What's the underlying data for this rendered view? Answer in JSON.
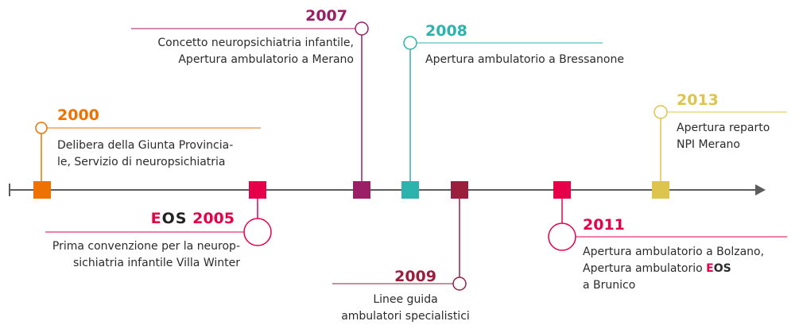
{
  "colors": {
    "axis": "#5c5c5c",
    "c2000": "#ee7203",
    "c2005": "#e6004a",
    "c2007": "#9a1f66",
    "c2008": "#2db3ad",
    "c2009": "#9a1f3e",
    "c2011": "#e6004a",
    "c2013": "#dcc44f"
  },
  "logo": {
    "e": "E",
    "os": "OS"
  },
  "events": {
    "e2000": {
      "year": "2000",
      "line1": "Delibera della Giunta Provincia-",
      "line2": "le, Servizio di neuropsichiatria"
    },
    "e2005": {
      "year": "2005",
      "line1": "Prima convenzione per la neurop-",
      "line2": "sichiatria infantile Villa Winter"
    },
    "e2007": {
      "year": "2007",
      "line1": "Concetto neuropsichiatria infantile,",
      "line2": "Apertura ambulatorio a Merano"
    },
    "e2008": {
      "year": "2008",
      "line1": "Apertura ambulatorio a Bressanone"
    },
    "e2009": {
      "year": "2009",
      "line1": "Linee guida",
      "line2": "ambulatori specialistici"
    },
    "e2011": {
      "year": "2011",
      "line1": "Apertura ambulatorio a Bolzano,",
      "line2_prefix": "Apertura ambulatorio",
      "line3": "a Brunico"
    },
    "e2013": {
      "year": "2013",
      "line1": "Apertura reparto",
      "line2": "NPI Merano"
    }
  }
}
